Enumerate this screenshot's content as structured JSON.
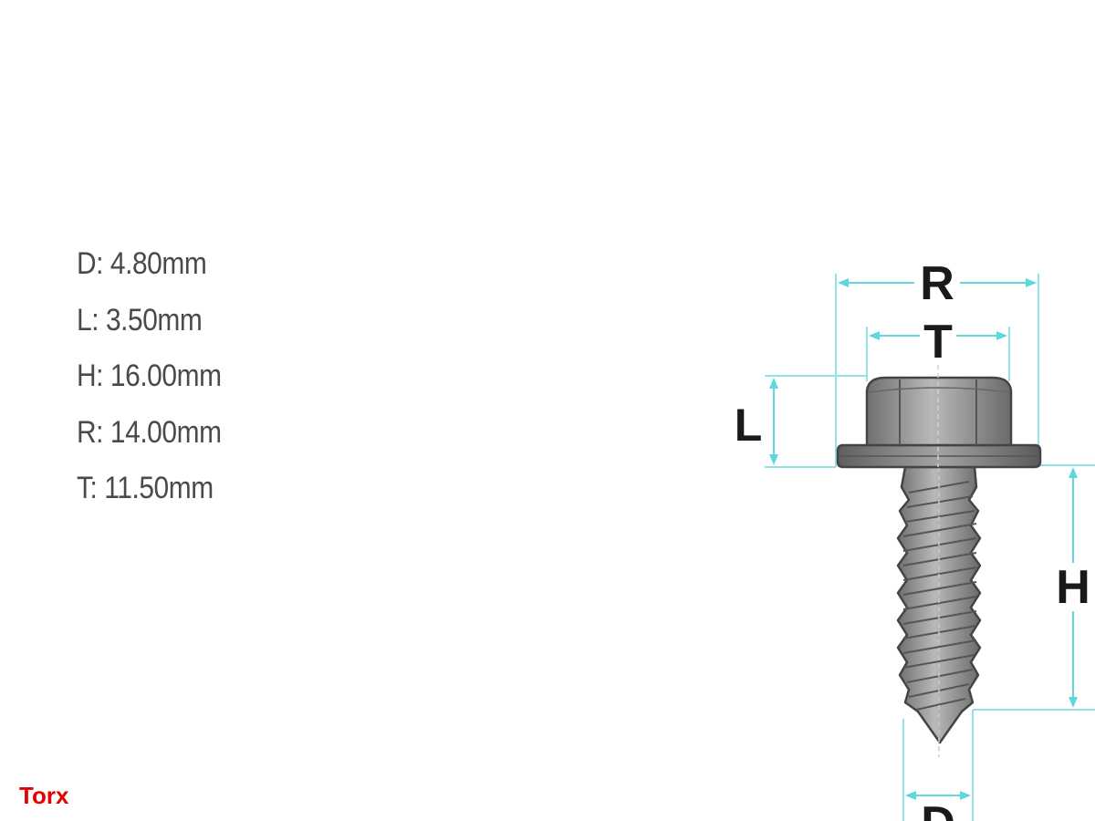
{
  "specs": [
    {
      "label": "D",
      "value": "4.80mm",
      "text": "D: 4.80mm"
    },
    {
      "label": "L",
      "value": "3.50mm",
      "text": "L: 3.50mm"
    },
    {
      "label": "H",
      "value": "16.00mm",
      "text": "H: 16.00mm"
    },
    {
      "label": "R",
      "value": "14.00mm",
      "text": "R: 14.00mm"
    },
    {
      "label": "T",
      "value": "11.50mm",
      "text": "T: 11.50mm"
    }
  ],
  "diagram": {
    "labels": {
      "R": "R",
      "T": "T",
      "L": "L",
      "H": "H",
      "D": "D"
    },
    "dimension_color": "#5fd6dc",
    "screw_color": "#8c8c8c"
  },
  "type_label": "Torx",
  "type_label_color": "#e60000"
}
